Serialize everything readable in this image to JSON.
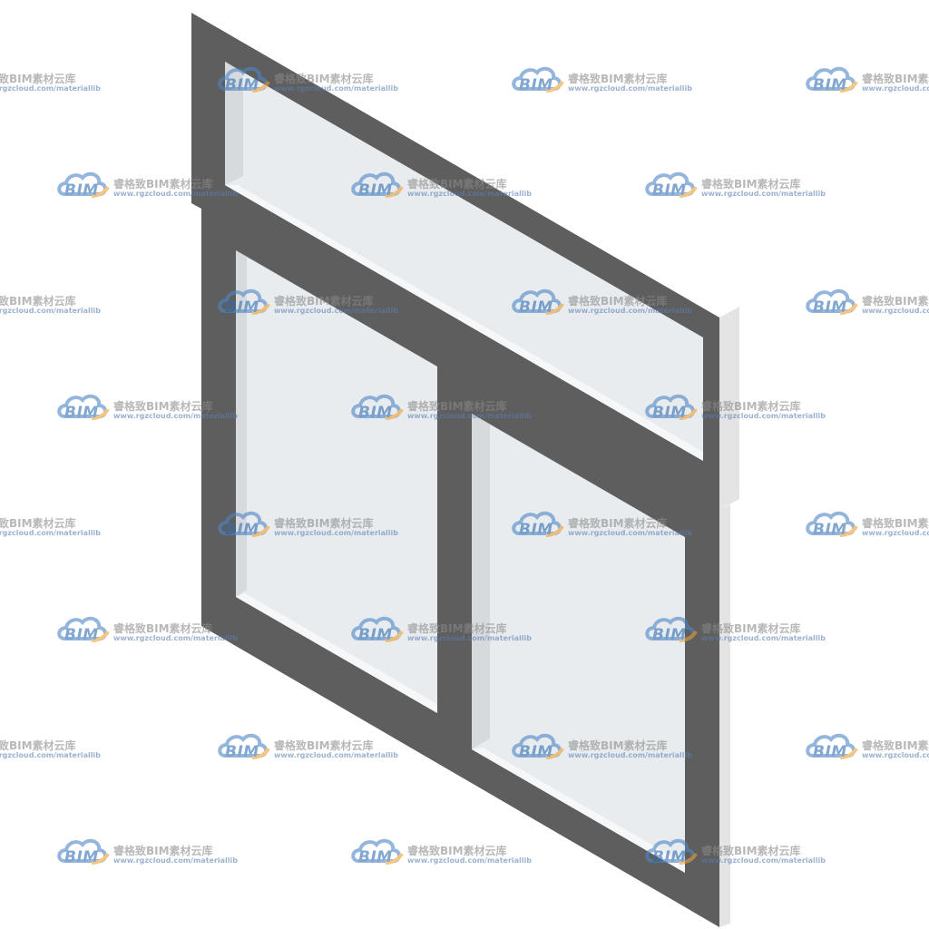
{
  "scene": {
    "subject": "window",
    "colors": {
      "background": "#ffffff",
      "frame": "#5e5e5e",
      "glass": "#e8ecef",
      "glass_edge": "#f4f6f7",
      "glass_bevel": "#d6dadd",
      "side_face": "#e2e2e2"
    }
  },
  "watermark": {
    "logo_text": "BIM",
    "name": "睿格致BIM素材云库",
    "url": "www.rgzcloud.com/materiallib",
    "colors": {
      "cloud_blue": "#4f86c6",
      "cloud_orange": "#f0a030",
      "name_gray": "#8a8a8a",
      "url_blue": "#5a7fb5"
    }
  }
}
